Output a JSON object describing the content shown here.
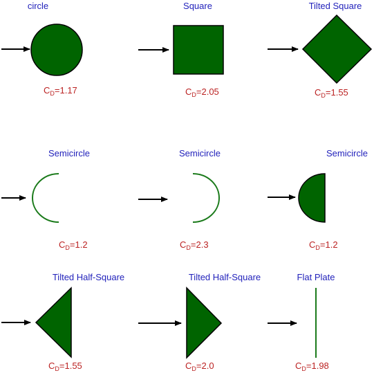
{
  "colors": {
    "title": "#2222bb",
    "coefficient": "#bb2222",
    "shape_fill": "#006400",
    "shape_outline": "#000000",
    "open_curve": "#1a7a1a",
    "arrow": "#000000"
  },
  "shapes": [
    {
      "title": "circle",
      "cd_symbol": "C",
      "cd_subscript": "D",
      "cd_value": "=1.17"
    },
    {
      "title": "Square",
      "cd_symbol": "C",
      "cd_subscript": "D",
      "cd_value": "=2.05"
    },
    {
      "title": "Tilted Square",
      "cd_symbol": "C",
      "cd_subscript": "D",
      "cd_value": "=1.55"
    },
    {
      "title": "Semicircle",
      "cd_symbol": "C",
      "cd_subscript": "D",
      "cd_value": "=1.2"
    },
    {
      "title": "Semicircle",
      "cd_symbol": "C",
      "cd_subscript": "D",
      "cd_value": "=2.3"
    },
    {
      "title": "Semicircle",
      "cd_symbol": "C",
      "cd_subscript": "D",
      "cd_value": "=1.2"
    },
    {
      "title": "Tilted Half-Square",
      "cd_symbol": "C",
      "cd_subscript": "D",
      "cd_value": "=1.55"
    },
    {
      "title": "Tilted Half-Square",
      "cd_symbol": "C",
      "cd_subscript": "D",
      "cd_value": "=2.0"
    },
    {
      "title": "Flat Plate",
      "cd_symbol": "C",
      "cd_subscript": "D",
      "cd_value": "=1.98"
    }
  ]
}
